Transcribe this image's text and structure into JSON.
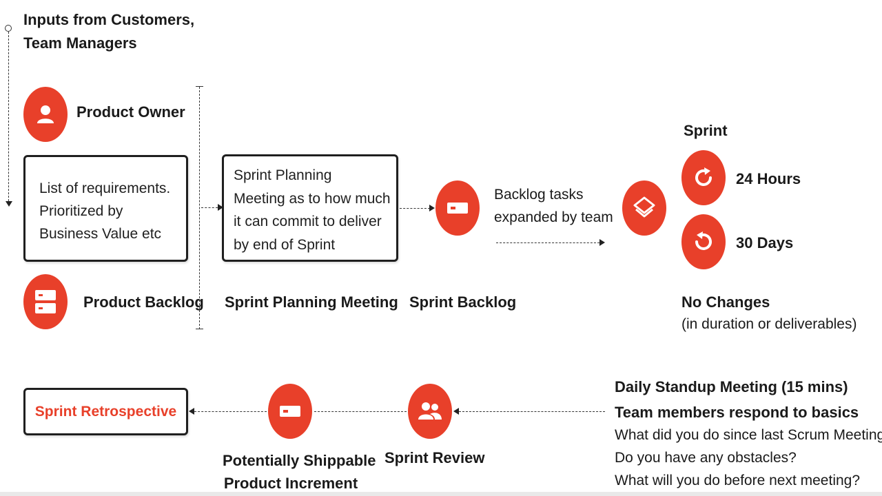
{
  "inputs": {
    "line1": "Inputs from Customers,",
    "line2": "Team Managers"
  },
  "product_owner": {
    "label": "Product Owner",
    "icon": "person-icon"
  },
  "requirements_box": {
    "line1": "List of requirements.",
    "line2": "Prioritized by",
    "line3": "Business Value etc"
  },
  "product_backlog": {
    "label": "Product Backlog",
    "icon": "backlog-list-icon"
  },
  "planning_box": {
    "line1": "Sprint Planning",
    "line2": "Meeting as to how much",
    "line3": "it can commit to deliver",
    "line4": "by end of Sprint"
  },
  "sprint_planning": {
    "label": "Sprint Planning Meeting"
  },
  "sprint_backlog": {
    "label": "Sprint Backlog",
    "icon": "card-icon"
  },
  "backlog_tasks": {
    "line1": "Backlog tasks",
    "line2": "expanded by team"
  },
  "sprint": {
    "title": "Sprint",
    "hours_label": "24 Hours",
    "days_label": "30 Days",
    "no_changes": "No Changes",
    "no_changes_sub": "(in duration or deliverables)",
    "layers_icon": "layers-icon"
  },
  "standup": {
    "title": "Daily Standup Meeting (15 mins)",
    "subtitle": "Team members respond to basics",
    "q1": "What did you do since last Scrum Meeting?",
    "q2": "Do you have any obstacles?",
    "q3": "What will you do before next meeting?"
  },
  "sprint_review": {
    "label": "Sprint Review",
    "icon": "team-icon"
  },
  "increment": {
    "line1": "Potentially Shippable",
    "line2": "Product Increment",
    "icon": "card-icon"
  },
  "retrospective": {
    "label": "Sprint Retrospective"
  },
  "colors": {
    "accent": "#e8402a",
    "ink": "#1a1a1a"
  }
}
